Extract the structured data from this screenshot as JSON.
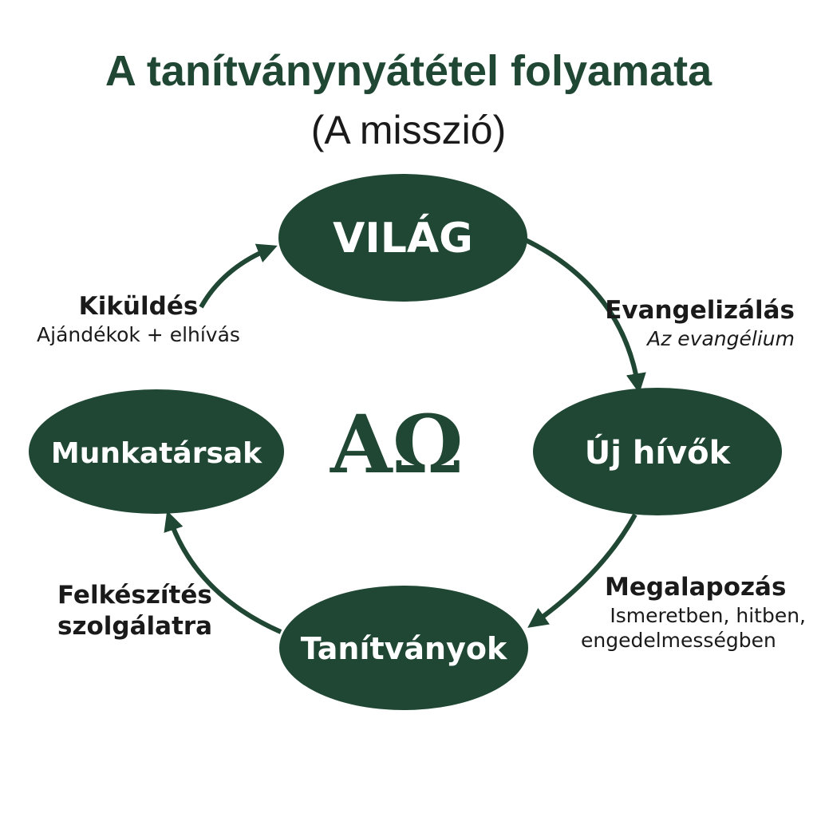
{
  "header": {
    "title": "A tanítványnyátétel folyamata",
    "subtitle": "(A misszió)"
  },
  "colors": {
    "primary": "#1f4733",
    "node_text": "#ffffff",
    "text": "#1a1a1a"
  },
  "center_symbol": "AΩ",
  "nodes": [
    {
      "id": "vilag",
      "label": "VILÁG"
    },
    {
      "id": "uj-hivok",
      "label": "Új hívők"
    },
    {
      "id": "tanitvanyok",
      "label": "Tanítványok"
    },
    {
      "id": "munkatarsak",
      "label": "Munkatársak"
    }
  ],
  "steps": [
    {
      "id": "evangelizalas",
      "label": "Evangelizálás",
      "description_lines": [
        "Az evangélium"
      ]
    },
    {
      "id": "megalapozas",
      "label": "Megalapozás",
      "description_lines": [
        "Ismeretben, hitben,",
        "engedelmességben"
      ]
    },
    {
      "id": "felkeszites",
      "label": "Felkészítés",
      "description_lines": [
        "szolgálatra"
      ]
    },
    {
      "id": "kikuldes",
      "label": "Kiküldés",
      "description_lines": [
        "Ajándékok + elhívás"
      ]
    }
  ]
}
